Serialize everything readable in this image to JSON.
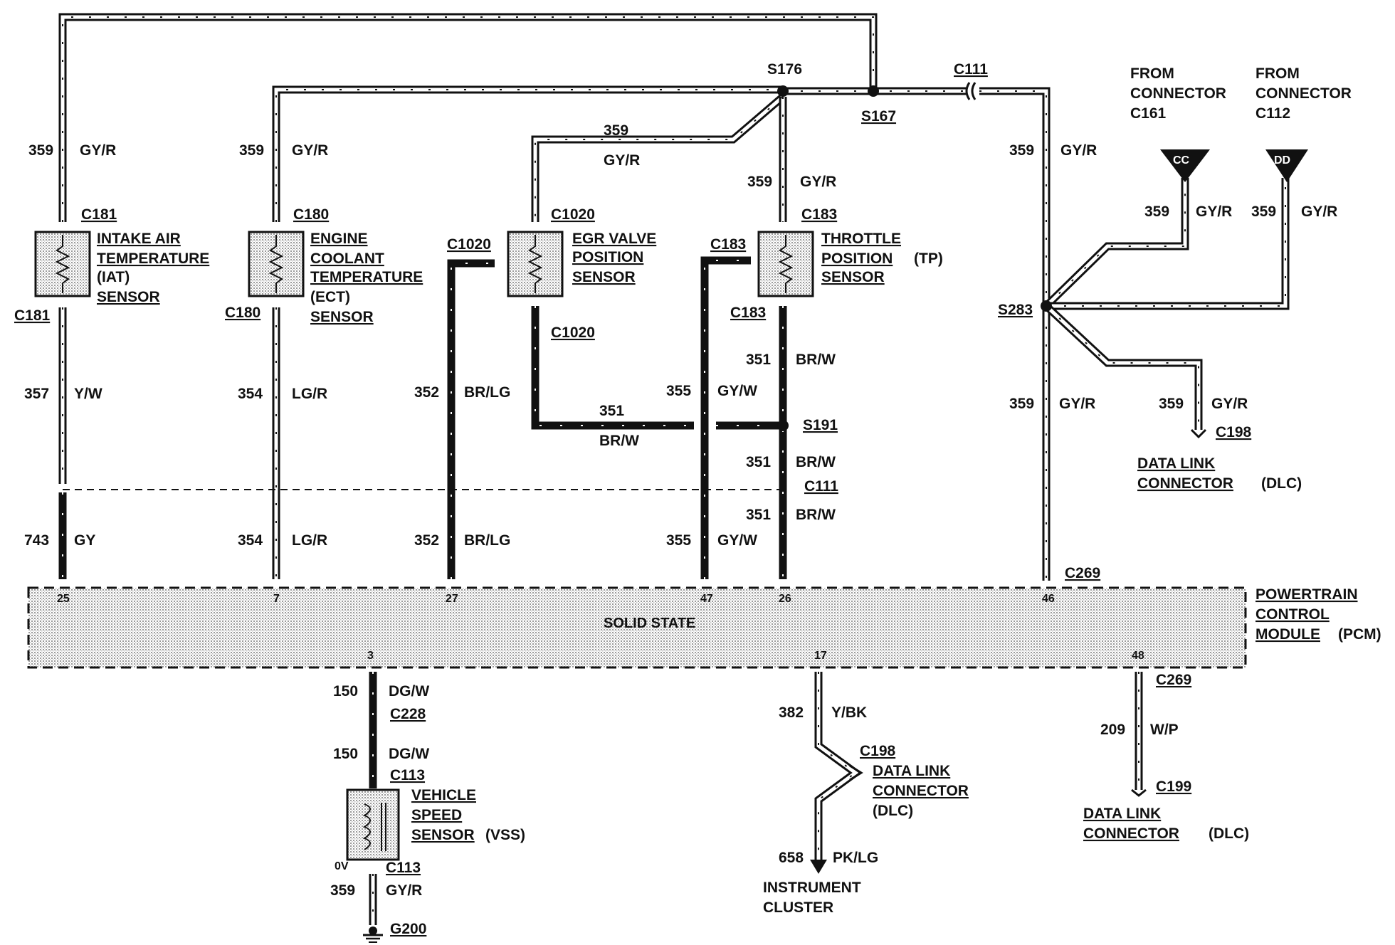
{
  "colors": {
    "ink": "#111111",
    "paper": "#ffffff",
    "stipple": "#c8c8c8"
  },
  "icons": {
    "ground": "ground-icon",
    "splice": "splice-dot-icon",
    "connector": "connector-icon",
    "arrow": "arrow-down-icon"
  },
  "pcm": {
    "center_label": "SOLID STATE",
    "name_lines": [
      "POWERTRAIN",
      "CONTROL",
      "MODULE",
      "(PCM)"
    ],
    "pins": [
      "25",
      "7",
      "27",
      "47",
      "26",
      "46",
      "3",
      "17",
      "48"
    ]
  },
  "connectors": {
    "c181": "C181",
    "c180": "C180",
    "c1020": "C1020",
    "c183": "C183",
    "c111": "C111",
    "c269": "C269",
    "c228": "C228",
    "c113": "C113",
    "c198": "C198",
    "c199": "C199",
    "s176": "S176",
    "s167": "S167",
    "s283": "S283",
    "s191": "S191",
    "g200": "G200"
  },
  "sensors": {
    "iat": [
      "INTAKE AIR",
      "TEMPERATURE",
      "(IAT)",
      "SENSOR"
    ],
    "ect": [
      "ENGINE",
      "COOLANT",
      "TEMPERATURE",
      "(ECT)",
      "SENSOR"
    ],
    "egr": [
      "EGR VALVE",
      "POSITION",
      "SENSOR"
    ],
    "tp": [
      "THROTTLE",
      "POSITION",
      "(TP)",
      "SENSOR"
    ],
    "vss": [
      "VEHICLE",
      "SPEED",
      "SENSOR",
      "(VSS)"
    ]
  },
  "wires": {
    "n359": "359",
    "gyr": "GY/R",
    "n357": "357",
    "yw": "Y/W",
    "n354": "354",
    "lgr": "LG/R",
    "n352": "352",
    "brlg": "BR/LG",
    "n355": "355",
    "gyw": "GY/W",
    "n351": "351",
    "brw": "BR/W",
    "n743": "743",
    "gy": "GY",
    "n150": "150",
    "dgw": "DG/W",
    "n382": "382",
    "ybk": "Y/BK",
    "n658": "658",
    "pklg": "PK/LG",
    "n209": "209",
    "wp": "W/P"
  },
  "from_connectors": {
    "c161": [
      "FROM",
      "CONNECTOR",
      "C161"
    ],
    "c112": [
      "FROM",
      "CONNECTOR",
      "C112"
    ],
    "cc": "CC",
    "dd": "DD"
  },
  "dlc": [
    "DATA LINK",
    "CONNECTOR",
    "(DLC)"
  ],
  "instrument_cluster": [
    "INSTRUMENT",
    "CLUSTER"
  ],
  "zero_v": "0V"
}
